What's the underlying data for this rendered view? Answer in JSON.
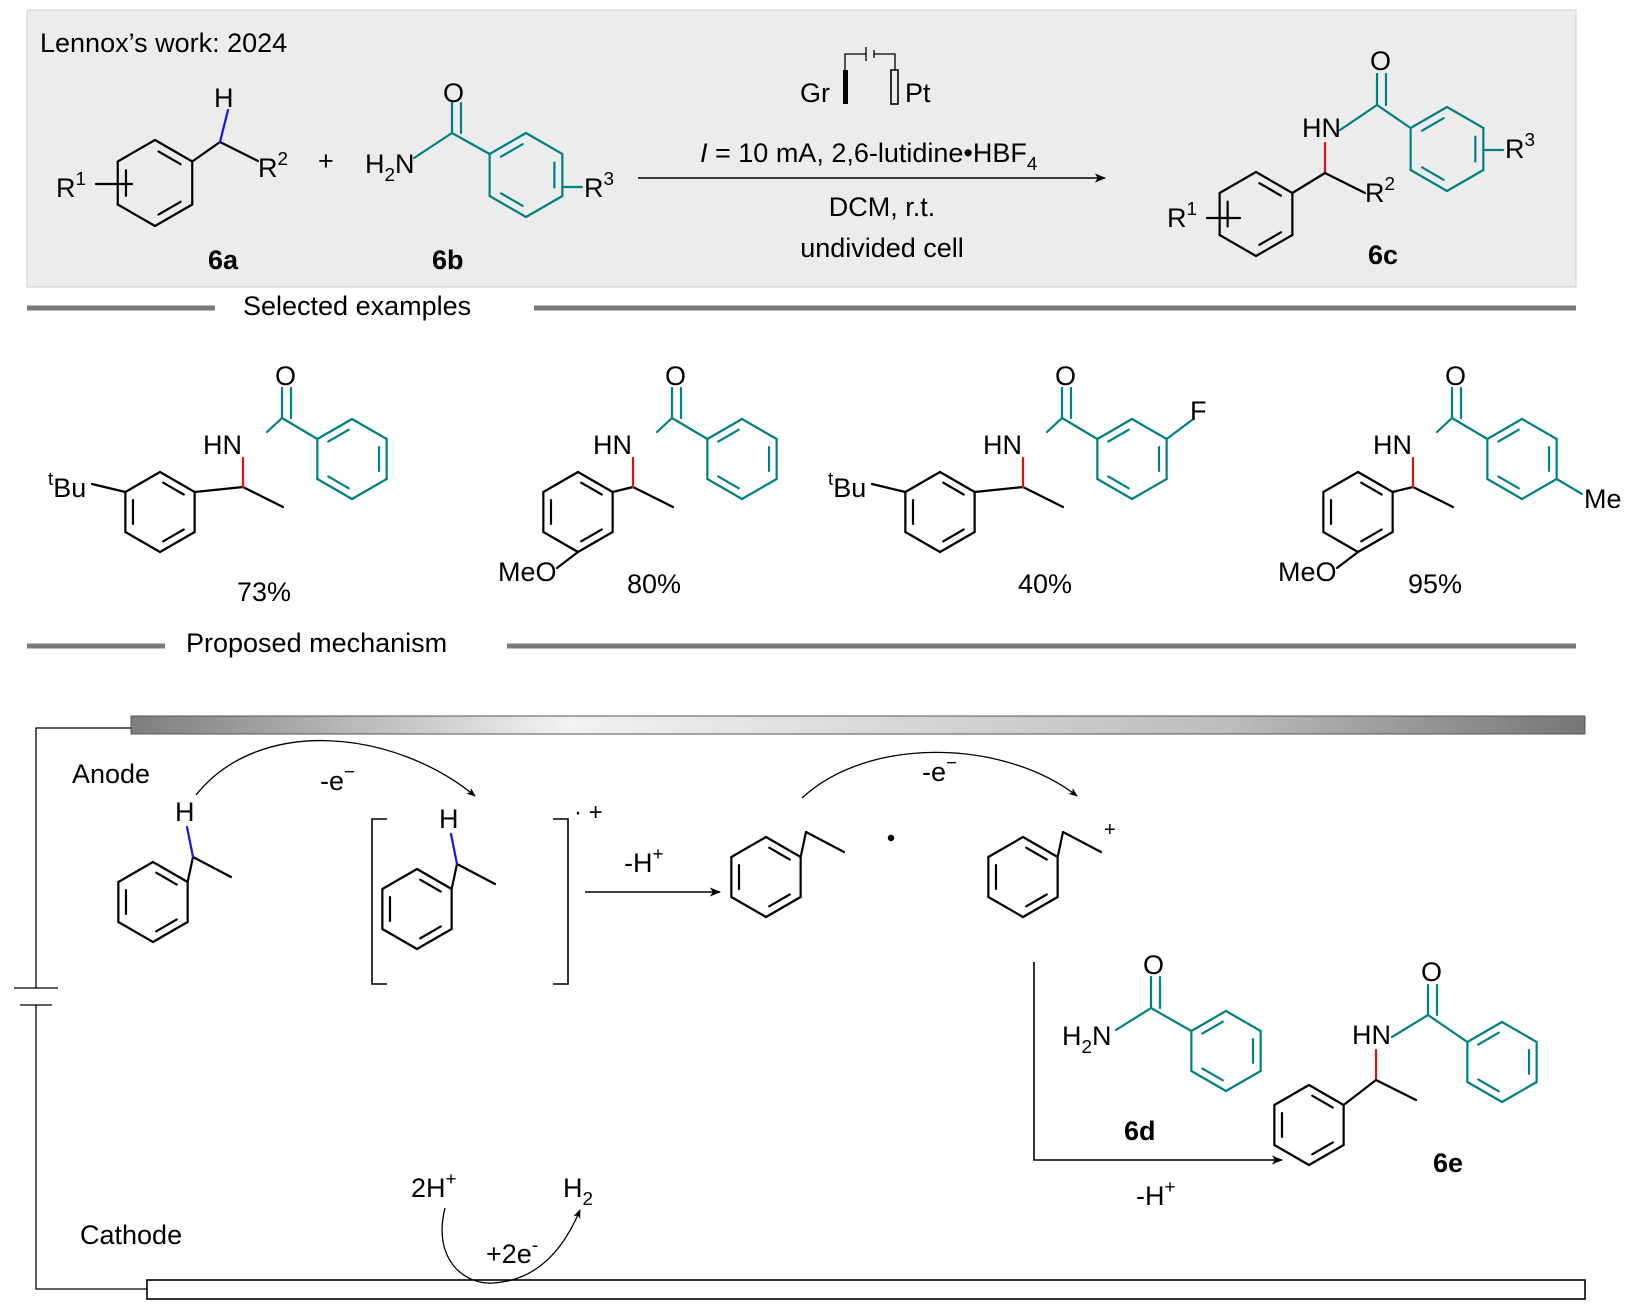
{
  "colors": {
    "teal": "#008080",
    "blue": "#1414e6",
    "red": "#e01010",
    "dark_red": "#7a0a0a",
    "purple": "#4a0a4a",
    "panel": "#ececec",
    "rule": "#7a7a7a"
  },
  "header": {
    "title": "Lennox’s work: 2024"
  },
  "reaction": {
    "electrode_left": "Gr",
    "electrode_right": "Pt",
    "plus": "+",
    "conditions": {
      "current_italic": "I",
      "current_rest": " = 10 mA, 2,6-lutidine•HBF",
      "current_sub": "4",
      "line2": "DCM, r.t.",
      "line3": "undivided cell"
    },
    "labels": {
      "a": "6a",
      "b": "6b",
      "c": "6c"
    },
    "atoms": {
      "H": "H",
      "O": "O",
      "HN": "HN",
      "H2N_H": "H",
      "H2N_2": "2",
      "H2N_N": "N",
      "R": "R",
      "one": "1",
      "two": "2",
      "three": "3"
    }
  },
  "sections": {
    "selected": "Selected examples",
    "mechanism": "Proposed mechanism"
  },
  "examples": [
    {
      "yield": "73%",
      "left_sup": "t",
      "left_group": "Bu",
      "right_group": ""
    },
    {
      "yield": "80%",
      "left_sup": "",
      "left_group": "MeO",
      "right_group": ""
    },
    {
      "yield": "40%",
      "left_sup": "t",
      "left_group": "Bu",
      "right_group": "F"
    },
    {
      "yield": "95%",
      "left_sup": "",
      "left_group": "MeO",
      "right_group": "Me"
    }
  ],
  "mechanism": {
    "anode": "Anode",
    "cathode": "Cathode",
    "minus_e": "-e",
    "minus_sup": "−",
    "radical_cation_sup": "· +",
    "minus_h": "-H",
    "plus_sup": "+",
    "cation_plus": "+",
    "label_d": "6d",
    "label_e": "6e",
    "two_h_plus": "2H",
    "h2": "H",
    "h2_sub": "2",
    "plus_2e": "+2e",
    "plus_2e_sup": "-"
  }
}
